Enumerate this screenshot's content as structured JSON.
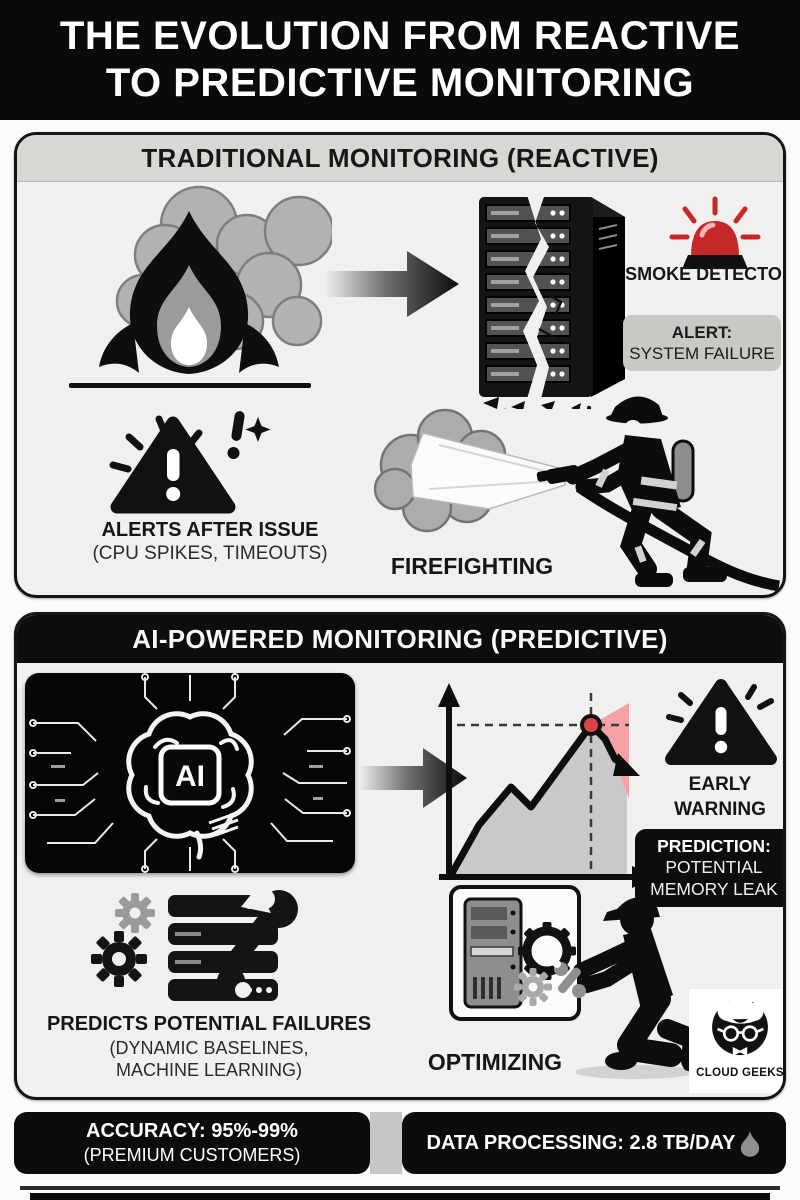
{
  "title": {
    "line1": "THE EVOLUTION FROM REACTIVE",
    "line2": "TO PREDICTIVE MONITORING"
  },
  "traditional": {
    "heading": "TRADITIONAL MONITORING (REACTIVE)",
    "smoke_detector": "SMOKE DETECTOR",
    "alert_title": "ALERT:",
    "alert_text": "SYSTEM FAILURE",
    "alerts_after": "ALERTS AFTER ISSUE",
    "alerts_after_sub": "(CPU SPIKES, TIMEOUTS)",
    "firefighting": "FIREFIGHTING"
  },
  "ai": {
    "heading": "AI-POWERED MONITORING (PREDICTIVE)",
    "chip": "AI",
    "early_warning": "EARLY WARNING",
    "prediction_title": "PREDICTION:",
    "prediction_text": "POTENTIAL MEMORY LEAK",
    "predicts": "PREDICTS POTENTIAL FAILURES",
    "predicts_sub1": "(DYNAMIC BASELINES,",
    "predicts_sub2": "MACHINE LEARNING)",
    "optimizing": "OPTIMIZING",
    "logo": "CLOUD GEEKS"
  },
  "stats": {
    "accuracy": "ACCURACY: 95%-99%",
    "accuracy_sub": "(PREMIUM CUSTOMERS)",
    "data_processing": "DATA PROCESSING: 2.8 TB/DAY"
  },
  "icons": {
    "fire": "fire-icon",
    "arrow": "arrow-right-icon",
    "broken_server": "broken-server-icon",
    "siren": "siren-icon",
    "warning_triangle": "warning-triangle-icon",
    "smoke_cloud": "smoke-cloud-icon",
    "firefighter": "firefighter-icon",
    "ai_brain": "ai-brain-chip-icon",
    "trend_chart": "trend-chart-icon",
    "gears_server_wrench": "gears-server-wrench-icon",
    "technician": "technician-icon",
    "cloud_geeks_logo": "cloud-geeks-logo",
    "flame_small": "flame-icon"
  },
  "colors": {
    "accent_red": "#c62828",
    "warning_pink": "#f4a2a6",
    "ink_black": "#0d0d0d",
    "panel_bg": "#f1f0ee",
    "band_gray": "#d8d7d4",
    "badge_gray": "#c9c8c5",
    "smoke_gray": "#ababab"
  }
}
